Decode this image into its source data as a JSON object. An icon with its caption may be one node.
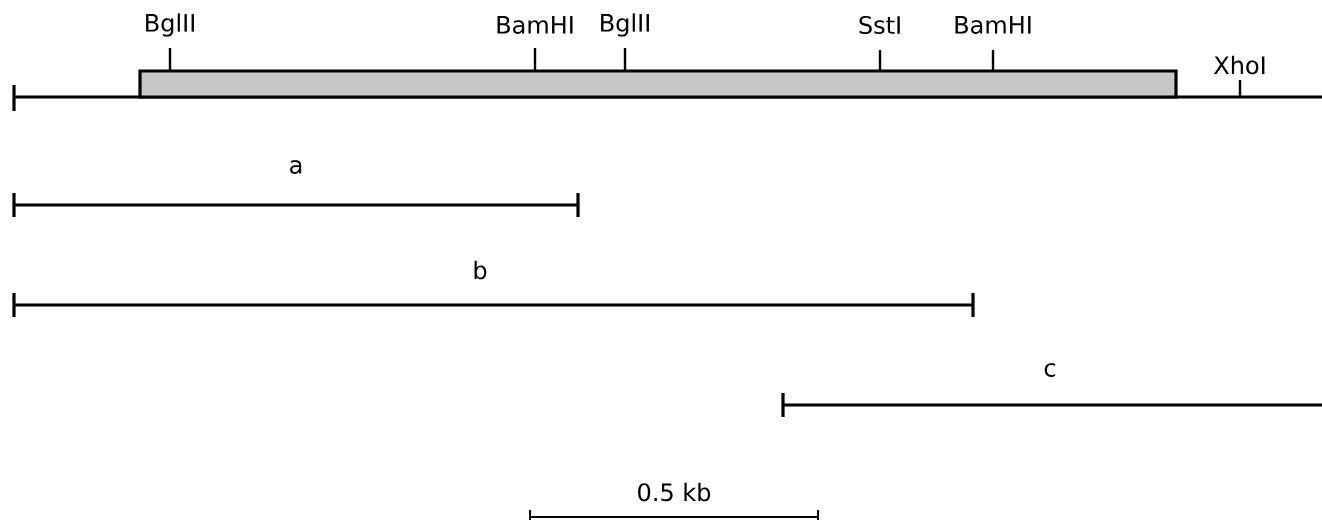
{
  "diagram": {
    "nodes": [
      {
        "text": [],
        "shape": "box"
      }
    ],
    "labels": [
      "BglII",
      "BamHI",
      "BglII",
      "SstI",
      "BamHI",
      "XhoI",
      "a",
      "b",
      "c",
      "0.5 kb"
    ]
  }
}
